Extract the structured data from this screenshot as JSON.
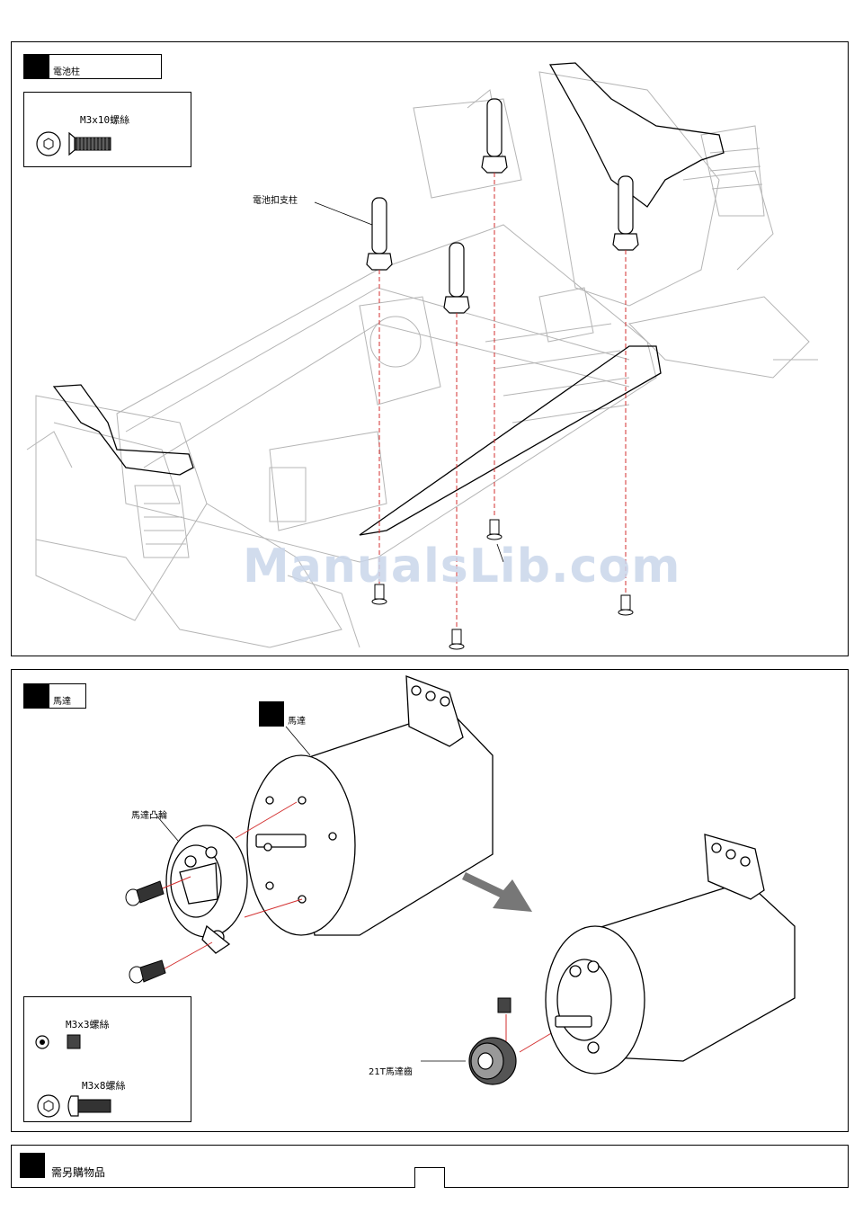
{
  "step1": {
    "title": "電池柱",
    "part": "M3x10螺絲",
    "callout": "電池扣支柱"
  },
  "step2": {
    "title": "馬達",
    "motor_label": "馬達",
    "cam_label": "馬達凸輪",
    "pinion_label": "21T馬達齒",
    "part1": "M3x3螺絲",
    "part2": "M3x8螺絲"
  },
  "footer": {
    "title": "需另購物品"
  },
  "watermark": "ManualsLib.com",
  "colors": {
    "line": "#000000",
    "guide": "#d32f2f",
    "chassis": "#b5b5b5"
  }
}
